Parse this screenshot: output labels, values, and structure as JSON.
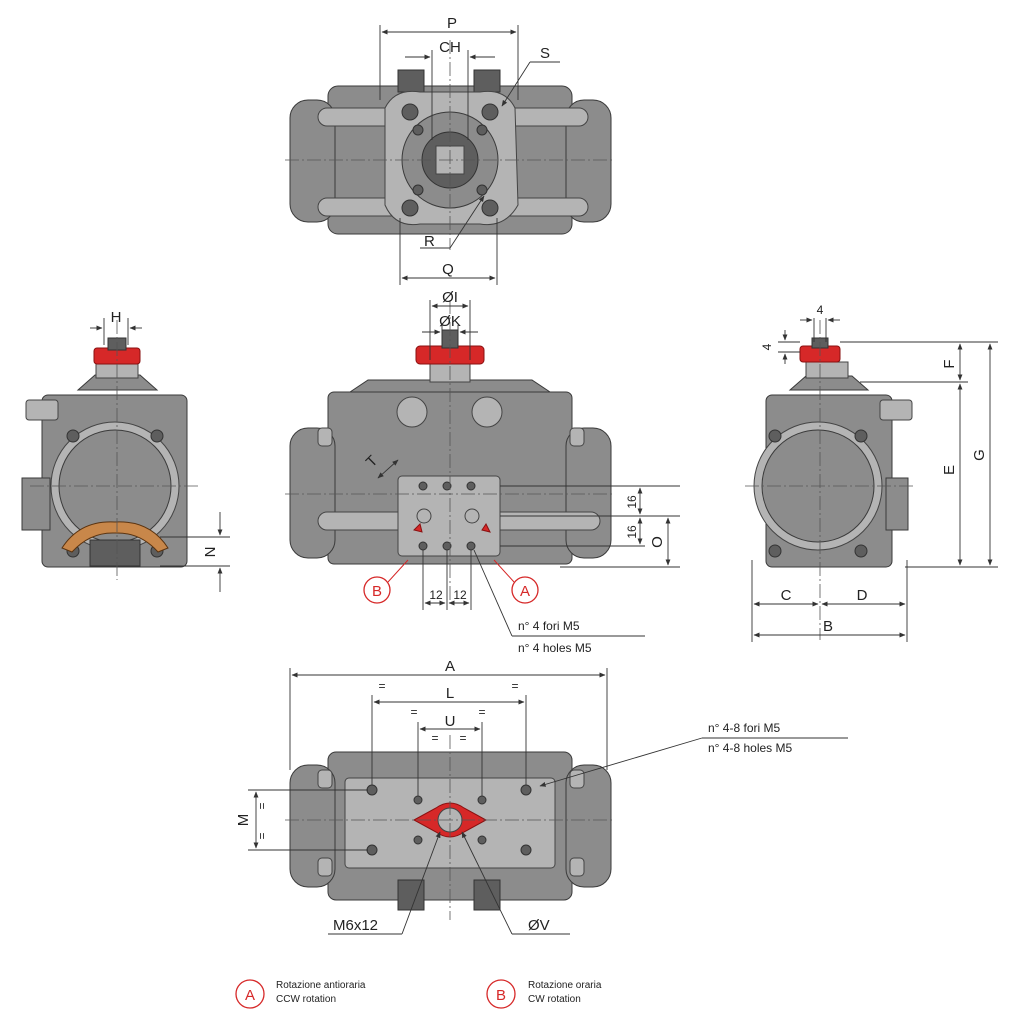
{
  "colors": {
    "accent_red": "#d62828",
    "body_grey": "#8c8c8c",
    "line": "#333333"
  },
  "top_view": {
    "dim_P": "P",
    "dim_CH": "CH",
    "dim_S": "S",
    "dim_R": "R",
    "dim_Q": "Q"
  },
  "left_view": {
    "dim_H": "H",
    "dim_N": "N"
  },
  "front_view": {
    "dim_I": "ØI",
    "dim_K": "ØK",
    "dim_T": "T",
    "dim_16_a": "16",
    "dim_16_b": "16",
    "dim_O": "O",
    "dim_12_a": "12",
    "dim_12_b": "12",
    "marker_B": "B",
    "marker_A": "A",
    "holes_it": "n° 4 fori M5",
    "holes_en": "n° 4 holes M5"
  },
  "right_view": {
    "dim_4_top": "4",
    "dim_4_side": "4",
    "dim_F": "F",
    "dim_E": "E",
    "dim_G": "G",
    "dim_C": "C",
    "dim_D": "D",
    "dim_B": "B"
  },
  "bottom_view": {
    "dim_A": "A",
    "dim_L": "L",
    "dim_U": "U",
    "dim_M": "M",
    "eq": "=",
    "holes_it": "n° 4-8 fori M5",
    "holes_en": "n° 4-8 holes M5",
    "thread": "M6x12",
    "dim_V": "ØV"
  },
  "legend": {
    "a_symbol": "A",
    "a_it": "Rotazione antioraria",
    "a_en": "CCW rotation",
    "b_symbol": "B",
    "b_it": "Rotazione oraria",
    "b_en": "CW rotation"
  }
}
